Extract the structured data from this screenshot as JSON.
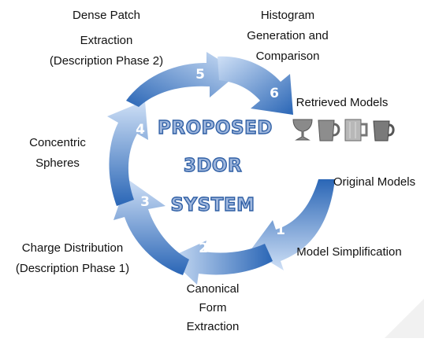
{
  "center_title": [
    "PROPOSED",
    "3DOR",
    "SYSTEM"
  ],
  "steps": [
    {
      "number": "1",
      "label": [
        "Model Simplification"
      ]
    },
    {
      "number": "2",
      "label": [
        "Canonical",
        "Form",
        "Extraction"
      ]
    },
    {
      "number": "3",
      "label": [
        "Charge Distribution",
        "(Description Phase 1)"
      ]
    },
    {
      "number": "4",
      "label": [
        "Concentric",
        "Spheres"
      ]
    },
    {
      "number": "5",
      "label": [
        "Dense Patch",
        "Extraction",
        "(Description Phase 2)"
      ]
    },
    {
      "number": "6",
      "label": [
        "Histogram",
        "Generation and",
        "Comparison"
      ]
    }
  ],
  "input_label": "Original Models",
  "output_label": "Retrieved Models",
  "output_icons": [
    "goblet-icon",
    "mug-icon",
    "beer-mug-icon",
    "cup-icon"
  ],
  "colors": {
    "arrow_light": "#c7daf3",
    "arrow_dark": "#2f6fc0",
    "title_fill": "#9fb7dd",
    "title_stroke": "#2f5fa5"
  }
}
